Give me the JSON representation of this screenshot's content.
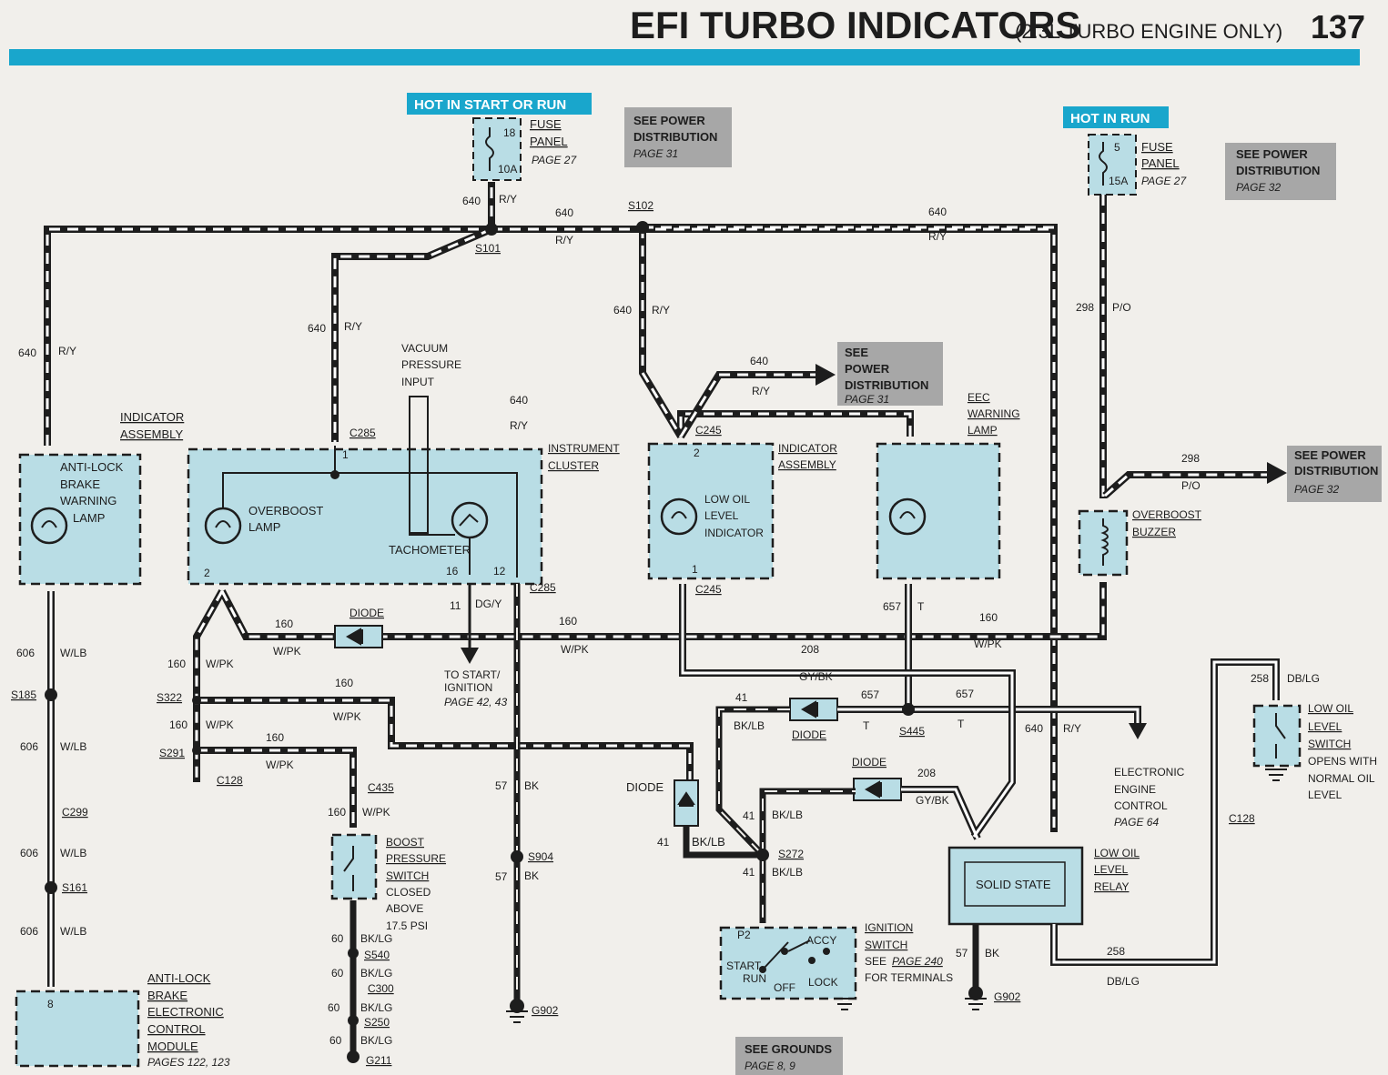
{
  "header": {
    "title": "EFI TURBO INDICATORS",
    "subtitle": "(2.3L TURBO ENGINE ONLY)",
    "page": "137",
    "bar_color": "#19a6cc"
  },
  "power": {
    "hot_start_run": "HOT IN START OR RUN",
    "hot_run": "HOT IN RUN",
    "fuse1": {
      "num": "18",
      "amp": "10A",
      "name": "FUSE",
      "name2": "PANEL",
      "ref": "PAGE 27"
    },
    "fuse2": {
      "num": "5",
      "amp": "15A",
      "name": "FUSE",
      "name2": "PANEL",
      "ref": "PAGE 27"
    }
  },
  "refs": {
    "see_power": "SEE POWER",
    "distribution": "DISTRIBUTION",
    "see": "SEE",
    "power": "POWER",
    "page31": "PAGE 31",
    "page32": "PAGE 32",
    "see_grounds": "SEE GROUNDS",
    "grounds_pages": "PAGE 8, 9"
  },
  "components": {
    "abs_lamp": [
      "ANTI-LOCK",
      "BRAKE",
      "WARNING",
      "LAMP"
    ],
    "indicator_assembly": [
      "INDICATOR",
      "ASSEMBLY"
    ],
    "overboost_lamp": [
      "OVERBOOST",
      "LAMP"
    ],
    "tachometer": "TACHOMETER",
    "vacuum": [
      "VACUUM",
      "PRESSURE",
      "INPUT"
    ],
    "instrument_cluster": [
      "INSTRUMENT",
      "CLUSTER"
    ],
    "low_oil_indicator": [
      "LOW OIL",
      "LEVEL",
      "INDICATOR"
    ],
    "eec_lamp": [
      "EEC",
      "WARNING",
      "LAMP"
    ],
    "overboost_buzzer": [
      "OVERBOOST",
      "BUZZER"
    ],
    "boost_switch": [
      "BOOST",
      "PRESSURE",
      "SWITCH",
      "CLOSED",
      "ABOVE",
      "17.5 PSI"
    ],
    "abs_module": [
      "ANTI-LOCK",
      "BRAKE",
      "ELECTRONIC",
      "CONTROL",
      "MODULE",
      "PAGES 122, 123"
    ],
    "to_start": [
      "TO START/",
      "IGNITION",
      "PAGE 42, 43"
    ],
    "eec": [
      "ELECTRONIC",
      "ENGINE",
      "CONTROL",
      "PAGE 64"
    ],
    "solid_state": "SOLID STATE",
    "low_oil_relay": [
      "LOW OIL",
      "LEVEL",
      "RELAY"
    ],
    "low_oil_switch": [
      "LOW OIL",
      "LEVEL",
      "SWITCH",
      "OPENS WITH",
      "NORMAL OIL",
      "LEVEL"
    ],
    "ignition_switch": [
      "IGNITION",
      "SWITCH",
      "SEE",
      "PAGE 240",
      "FOR TERMINALS"
    ],
    "ign_positions": {
      "p2": "P2",
      "accy": "ACCY",
      "start": "START",
      "run": "RUN",
      "off": "OFF",
      "lock": "LOCK"
    },
    "diode": "DIODE"
  },
  "connectors": {
    "s101": "S101",
    "s102": "S102",
    "c285": "C285",
    "c245": "C245",
    "s322": "S322",
    "s291": "S291",
    "c128": "C128",
    "c435": "C435",
    "s185": "S185",
    "c299": "C299",
    "s161": "S161",
    "s904": "S904",
    "g902": "G902",
    "s540": "S540",
    "c300": "C300",
    "s250": "S250",
    "g211": "G211",
    "s445": "S445",
    "s272": "S272"
  },
  "wires": {
    "w640": "640",
    "ry": "R/Y",
    "w606": "606",
    "wlb": "W/LB",
    "w160": "160",
    "wpk": "W/PK",
    "w11": "11",
    "dgy": "DG/Y",
    "w57": "57",
    "bk": "BK",
    "w60": "60",
    "bklg": "BK/LG",
    "w41": "41",
    "bklb": "BK/LB",
    "w208": "208",
    "gybk": "GY/BK",
    "w657": "657",
    "t": "T",
    "w298": "298",
    "po": "P/O",
    "w258": "258",
    "dblg": "DB/LG",
    "pin1": "1",
    "pin2": "2",
    "pin8": "8",
    "pin12": "12",
    "pin16": "16"
  }
}
